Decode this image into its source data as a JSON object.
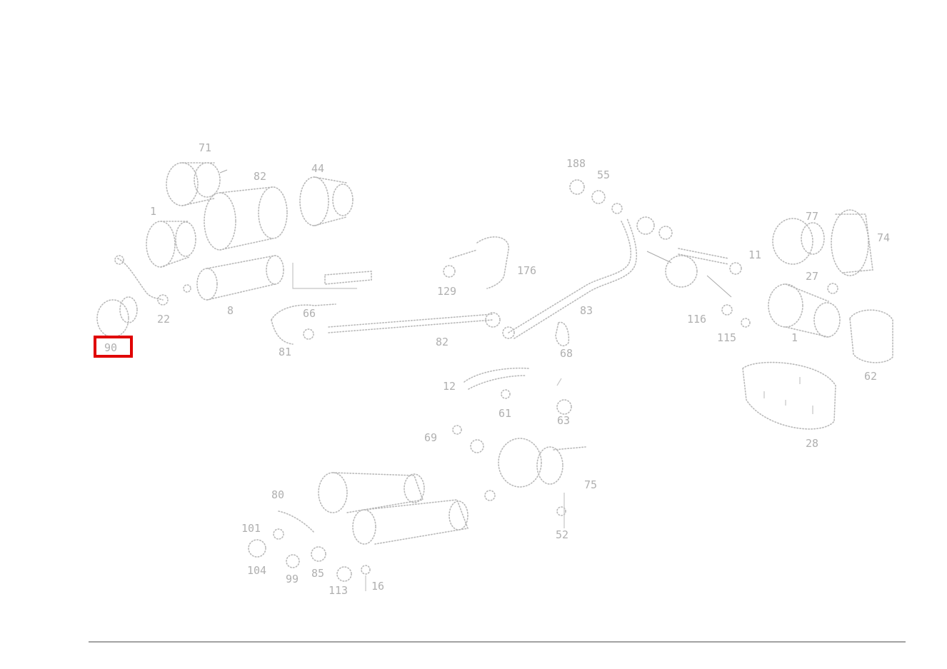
{
  "diagram": {
    "callouts": [
      {
        "id": "c-71",
        "label": "71"
      },
      {
        "id": "c-82a",
        "label": "82"
      },
      {
        "id": "c-44",
        "label": "44"
      },
      {
        "id": "c-1a",
        "label": "1"
      },
      {
        "id": "c-22",
        "label": "22"
      },
      {
        "id": "c-8",
        "label": "8"
      },
      {
        "id": "c-66",
        "label": "66"
      },
      {
        "id": "c-81",
        "label": "81"
      },
      {
        "id": "c-82b",
        "label": "82"
      },
      {
        "id": "c-176",
        "label": "176"
      },
      {
        "id": "c-129",
        "label": "129"
      },
      {
        "id": "c-188",
        "label": "188"
      },
      {
        "id": "c-55",
        "label": "55"
      },
      {
        "id": "c-83",
        "label": "83"
      },
      {
        "id": "c-68",
        "label": "68"
      },
      {
        "id": "c-11",
        "label": "11"
      },
      {
        "id": "c-77",
        "label": "77"
      },
      {
        "id": "c-27",
        "label": "27"
      },
      {
        "id": "c-74",
        "label": "74"
      },
      {
        "id": "c-116",
        "label": "116"
      },
      {
        "id": "c-115",
        "label": "115"
      },
      {
        "id": "c-1b",
        "label": "1"
      },
      {
        "id": "c-62",
        "label": "62"
      },
      {
        "id": "c-28",
        "label": "28"
      },
      {
        "id": "c-12",
        "label": "12"
      },
      {
        "id": "c-61",
        "label": "61"
      },
      {
        "id": "c-63",
        "label": "63"
      },
      {
        "id": "c-69",
        "label": "69"
      },
      {
        "id": "c-75",
        "label": "75"
      },
      {
        "id": "c-80",
        "label": "80"
      },
      {
        "id": "c-101",
        "label": "101"
      },
      {
        "id": "c-104",
        "label": "104"
      },
      {
        "id": "c-99",
        "label": "99"
      },
      {
        "id": "c-85",
        "label": "85"
      },
      {
        "id": "c-113",
        "label": "113"
      },
      {
        "id": "c-16",
        "label": "16"
      },
      {
        "id": "c-52",
        "label": "52"
      }
    ],
    "highlighted_callout": {
      "label": "90"
    }
  }
}
